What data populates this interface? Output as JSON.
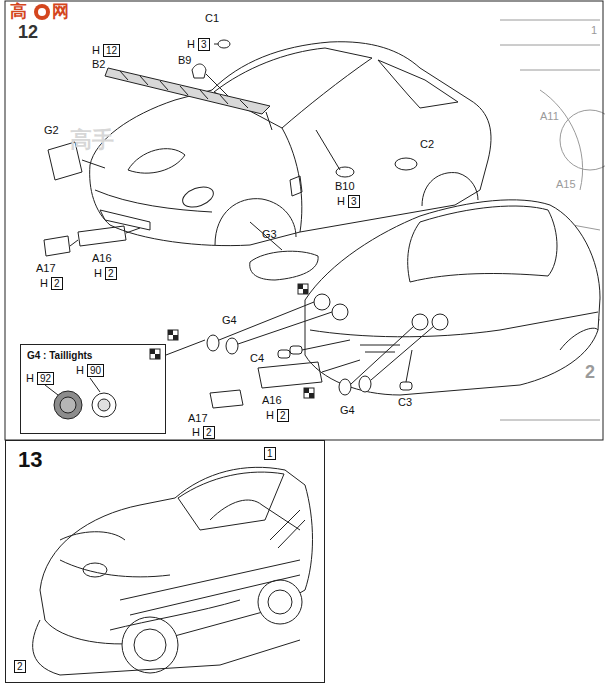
{
  "diagram": {
    "nodes": [
      {
        "text": [
          "G4 : Taillights"
        ]
      },
      {
        "text": [
          "13"
        ]
      }
    ],
    "labels": [
      "高",
      "网",
      "12",
      "C1",
      "H",
      "3",
      "B9",
      "H",
      "12",
      "B2",
      "G2",
      "C2",
      "B10",
      "H",
      "3",
      "G3",
      "A16",
      "H",
      "2",
      "A17",
      "H",
      "2",
      "G4",
      "C4",
      "A17",
      "H",
      "2",
      "A16",
      "H",
      "2",
      "G4",
      "C3",
      "H",
      "92",
      "H",
      "90",
      "高手",
      "1",
      "2",
      "1",
      "A11",
      "A15",
      "2"
    ]
  }
}
